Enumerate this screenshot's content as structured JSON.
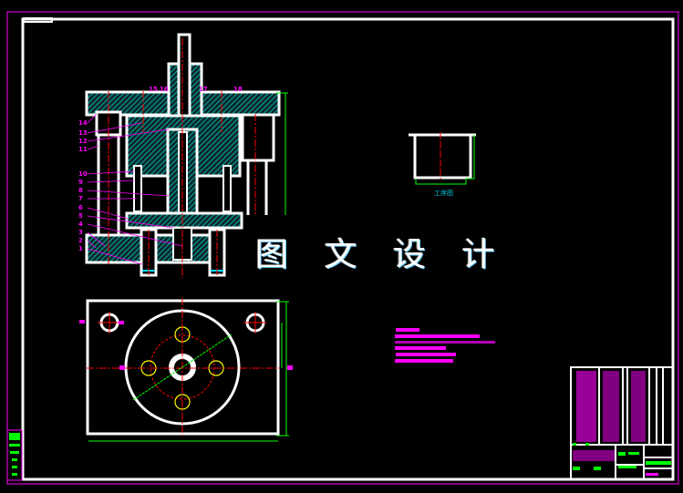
{
  "watermark": "图 文 设 计",
  "process_view_label": "工序图",
  "callouts_left": [
    "14",
    "13",
    "12",
    "11",
    "10",
    "9",
    "8",
    "7",
    "6",
    "5",
    "4",
    "3",
    "2",
    "1"
  ],
  "callouts_top": [
    "15",
    "16",
    "17",
    "18"
  ],
  "colors": {
    "frame": "#ff00ff",
    "outline": "#ffffff",
    "hatch": "#00c8c8",
    "centerline": "#ff0000",
    "dimension": "#00ff00",
    "hole": "#ffff00",
    "notes": "#ff00ff"
  }
}
